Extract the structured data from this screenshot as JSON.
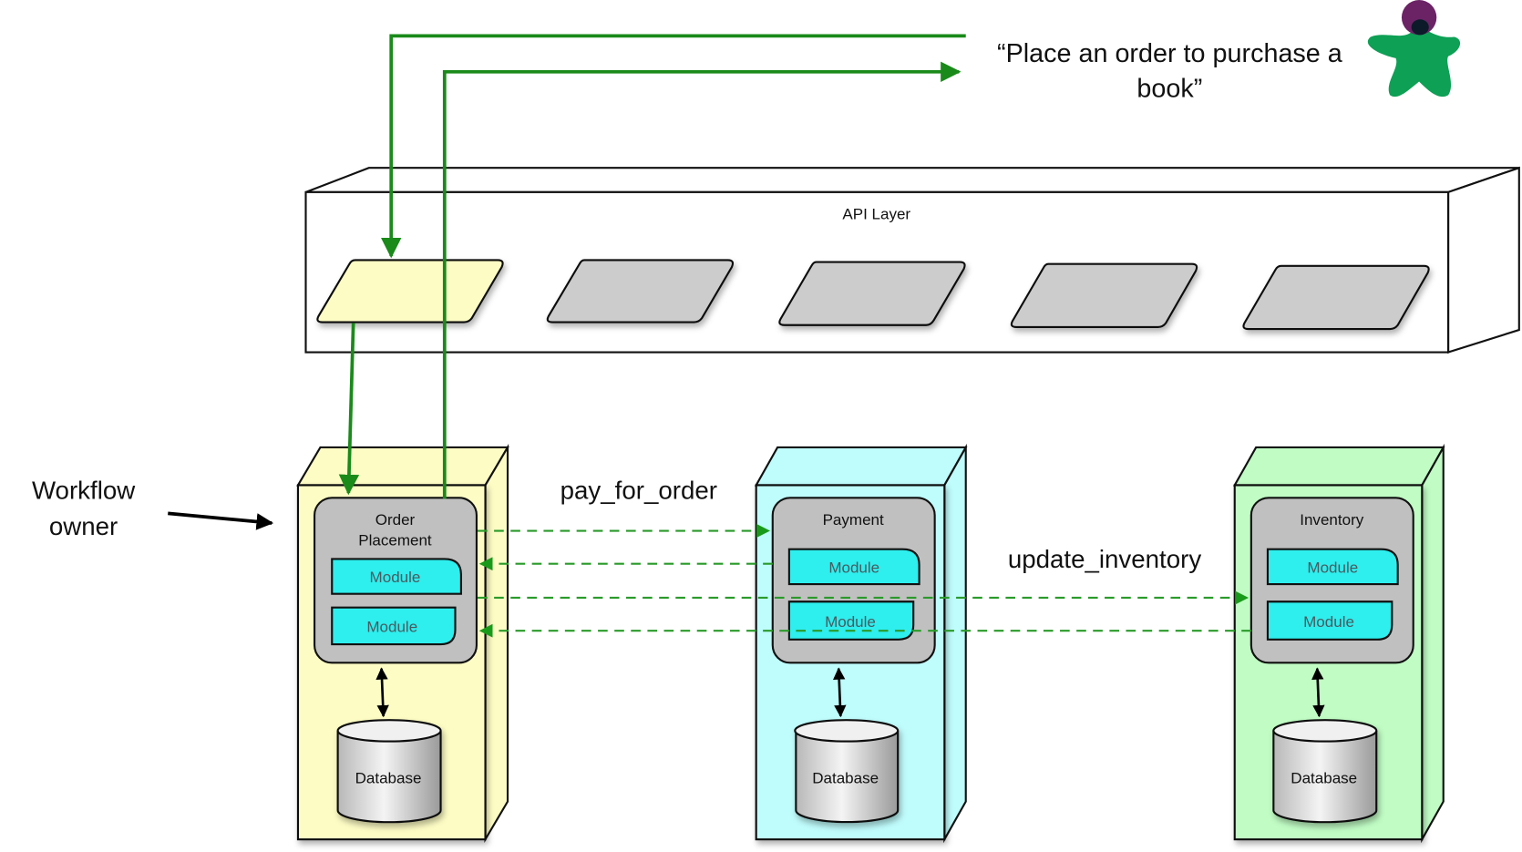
{
  "title": "Orchestrated workflow: Place an order to purchase a book",
  "request": {
    "line1": "“Place an order to purchase a",
    "line2": "book”"
  },
  "actor_icon": "user-figure-icon",
  "api_layer": {
    "label": "API Layer",
    "endpoints": [
      {
        "name": "order-placement-endpoint",
        "state": "active",
        "color": "#fdfcc4"
      },
      {
        "name": "endpoint-2",
        "state": "inactive",
        "color": "#cccccc"
      },
      {
        "name": "endpoint-3",
        "state": "inactive",
        "color": "#cccccc"
      },
      {
        "name": "endpoint-4",
        "state": "inactive",
        "color": "#cccccc"
      },
      {
        "name": "endpoint-5",
        "state": "inactive",
        "color": "#cccccc"
      }
    ]
  },
  "workflow_owner": {
    "line1": "Workflow",
    "line2": "owner"
  },
  "services": [
    {
      "id": "order-placement",
      "title_line1": "Order",
      "title_line2": "Placement",
      "box_color": "#fdfcc4",
      "modules": [
        "Module",
        "Module"
      ],
      "database": "Database"
    },
    {
      "id": "payment",
      "title_line1": "Payment",
      "title_line2": "",
      "box_color": "#bffcfc",
      "modules": [
        "Module",
        "Module"
      ],
      "database": "Database"
    },
    {
      "id": "inventory",
      "title_line1": "Inventory",
      "title_line2": "",
      "box_color": "#c0fcc4",
      "modules": [
        "Module",
        "Module"
      ],
      "database": "Database"
    }
  ],
  "calls": {
    "pay_for_order": "pay_for_order",
    "update_inventory": "update_inventory"
  },
  "colors": {
    "flow_green": "#1a8a1a",
    "module_cyan": "#2eeeee",
    "service_gray": "#c0c0c0"
  }
}
